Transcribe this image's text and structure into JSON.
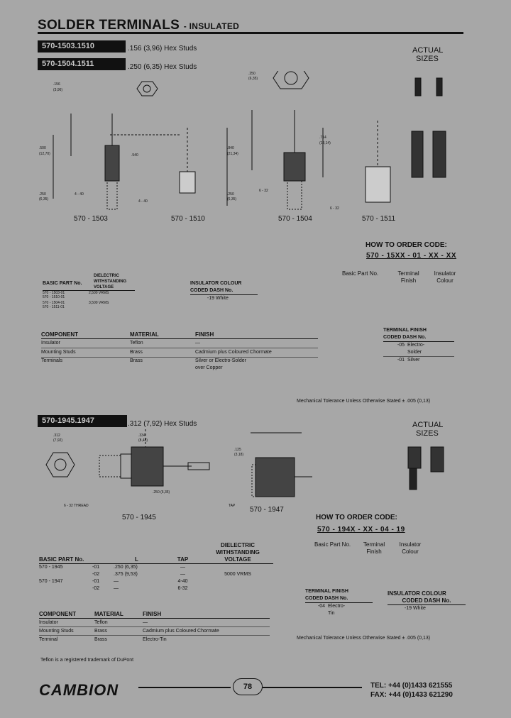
{
  "header": {
    "title": "SOLDER TERMINALS",
    "subtitle": "- INSULATED"
  },
  "section1": {
    "pn_a": "570-1503.1510",
    "pn_a_desc": ".156 (3,96) Hex Studs",
    "pn_b": "570-1504.1511",
    "pn_b_desc": ".250 (6,35) Hex Studs",
    "actual_sizes_1": "ACTUAL",
    "actual_sizes_2": "SIZES",
    "fig_labels": [
      "570 - 1503",
      "570 - 1510",
      "570 - 1504",
      "570 - 1511"
    ],
    "order_title": "HOW TO ORDER CODE:",
    "order_code": "570 - 15XX - 01 - XX - XX",
    "order_parts": [
      "Basic Part No.",
      "Terminal Finish",
      "Insulator Colour"
    ],
    "dielectric_table": {
      "headers": [
        "BASIC PART No.",
        "DIELECTRIC WITHSTANDING VOLTAGE"
      ],
      "rows": [
        [
          "570 - 1503-01",
          "2,500 VRMS"
        ],
        [
          "570 - 1510-01",
          ""
        ],
        [
          "570 - 1504-01",
          "3,500 VRMS"
        ],
        [
          "570 - 1511-01",
          ""
        ]
      ]
    },
    "insulator_colour": {
      "title": "INSULATOR COLOUR",
      "sub": "CODED DASH No.",
      "rows": [
        [
          "-19",
          "White"
        ]
      ]
    },
    "component_table": {
      "headers": [
        "COMPONENT",
        "MATERIAL",
        "FINISH"
      ],
      "rows": [
        [
          "Insulator",
          "Teflon",
          "—"
        ],
        [
          "Mounting Studs",
          "Brass",
          "Cadmium plus Coloured Chormate"
        ],
        [
          "Terminals",
          "Brass",
          "Silver or Electro-Solder over Copper"
        ]
      ]
    },
    "terminal_finish": {
      "title": "TERMINAL FINISH",
      "sub": "CODED DASH No.",
      "rows": [
        [
          "-05",
          "Electro-Solder"
        ],
        [
          "-01",
          "Silver"
        ]
      ]
    },
    "tolerance": "Mechanical Tolerance Unless Otherwise Stated ± .005 (0,13)"
  },
  "section2": {
    "pn": "570-1945.1947",
    "pn_desc": ".312 (7,92) Hex Studs",
    "actual_sizes_1": "ACTUAL",
    "actual_sizes_2": "SIZES",
    "fig_labels": [
      "570 - 1945",
      "570 - 1947"
    ],
    "thread_label": "6 - 32 THREAD",
    "tap_label": "TAP",
    "order_title": "HOW TO ORDER CODE:",
    "order_code": "570 - 194X - XX - 04 - 19",
    "order_parts": [
      "Basic Part No.",
      "Terminal Finish",
      "Insulator Colour"
    ],
    "part_table": {
      "headers": [
        "BASIC PART No.",
        "L",
        "TAP",
        "DIELECTRIC WITHSTANDING VOLTAGE"
      ],
      "rows": [
        [
          "570 - 1945",
          "-01",
          ".250 (6,35)",
          "—"
        ],
        [
          "",
          "-02",
          ".375 (9,53)",
          "—"
        ],
        [
          "570 - 1947",
          "-01",
          "—",
          "4-40"
        ],
        [
          "",
          "-02",
          "—",
          "6-32"
        ]
      ],
      "voltage": "5000 VRMS"
    },
    "terminal_finish": {
      "title": "TERMINAL FINISH",
      "sub": "CODED DASH No.",
      "rows": [
        [
          "-04",
          "Electro-Tin"
        ]
      ]
    },
    "insulator_colour": {
      "title": "INSULATOR COLOUR",
      "sub": "CODED DASH No.",
      "rows": [
        [
          "-19",
          "White"
        ]
      ]
    },
    "component_table": {
      "headers": [
        "COMPONENT",
        "MATERIAL",
        "FINISH"
      ],
      "rows": [
        [
          "Insulator",
          "Teflon",
          "—"
        ],
        [
          "Mounting Studs",
          "Brass",
          "Cadmium plus Coloured Chormate"
        ],
        [
          "Terminal",
          "Brass",
          "Electro-Tin"
        ]
      ]
    },
    "tolerance": "Mechanical Tolerance Unless Otherwise Stated ± .005 (0,13)"
  },
  "footer": {
    "trademark": "Teflon is a registered trademark of DuPont",
    "logo": "CAMBION",
    "page": "78",
    "tel": "TEL: +44 (0)1433 621555",
    "fax": "FAX: +44 (0)1433 621290"
  }
}
